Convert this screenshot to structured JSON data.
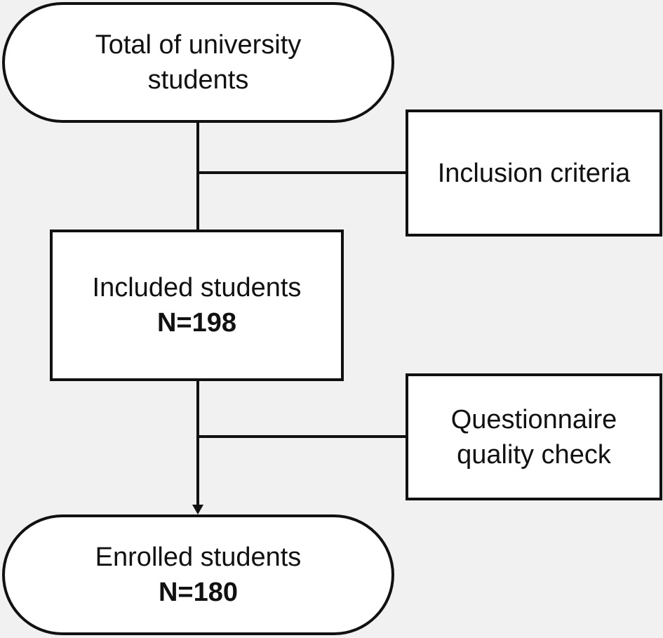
{
  "diagram": {
    "start": {
      "lines": [
        "Total of university",
        "students"
      ]
    },
    "inclusion": {
      "lines": [
        "Inclusion criteria"
      ]
    },
    "included": {
      "lines": [
        "Included students"
      ],
      "count": "N=198"
    },
    "quality": {
      "lines": [
        "Questionnaire",
        "quality check"
      ]
    },
    "end": {
      "lines": [
        "Enrolled students"
      ],
      "count": "N=180"
    }
  },
  "colors": {
    "background": "#f1f1f1",
    "node_fill": "#ffffff",
    "stroke": "#111111"
  }
}
